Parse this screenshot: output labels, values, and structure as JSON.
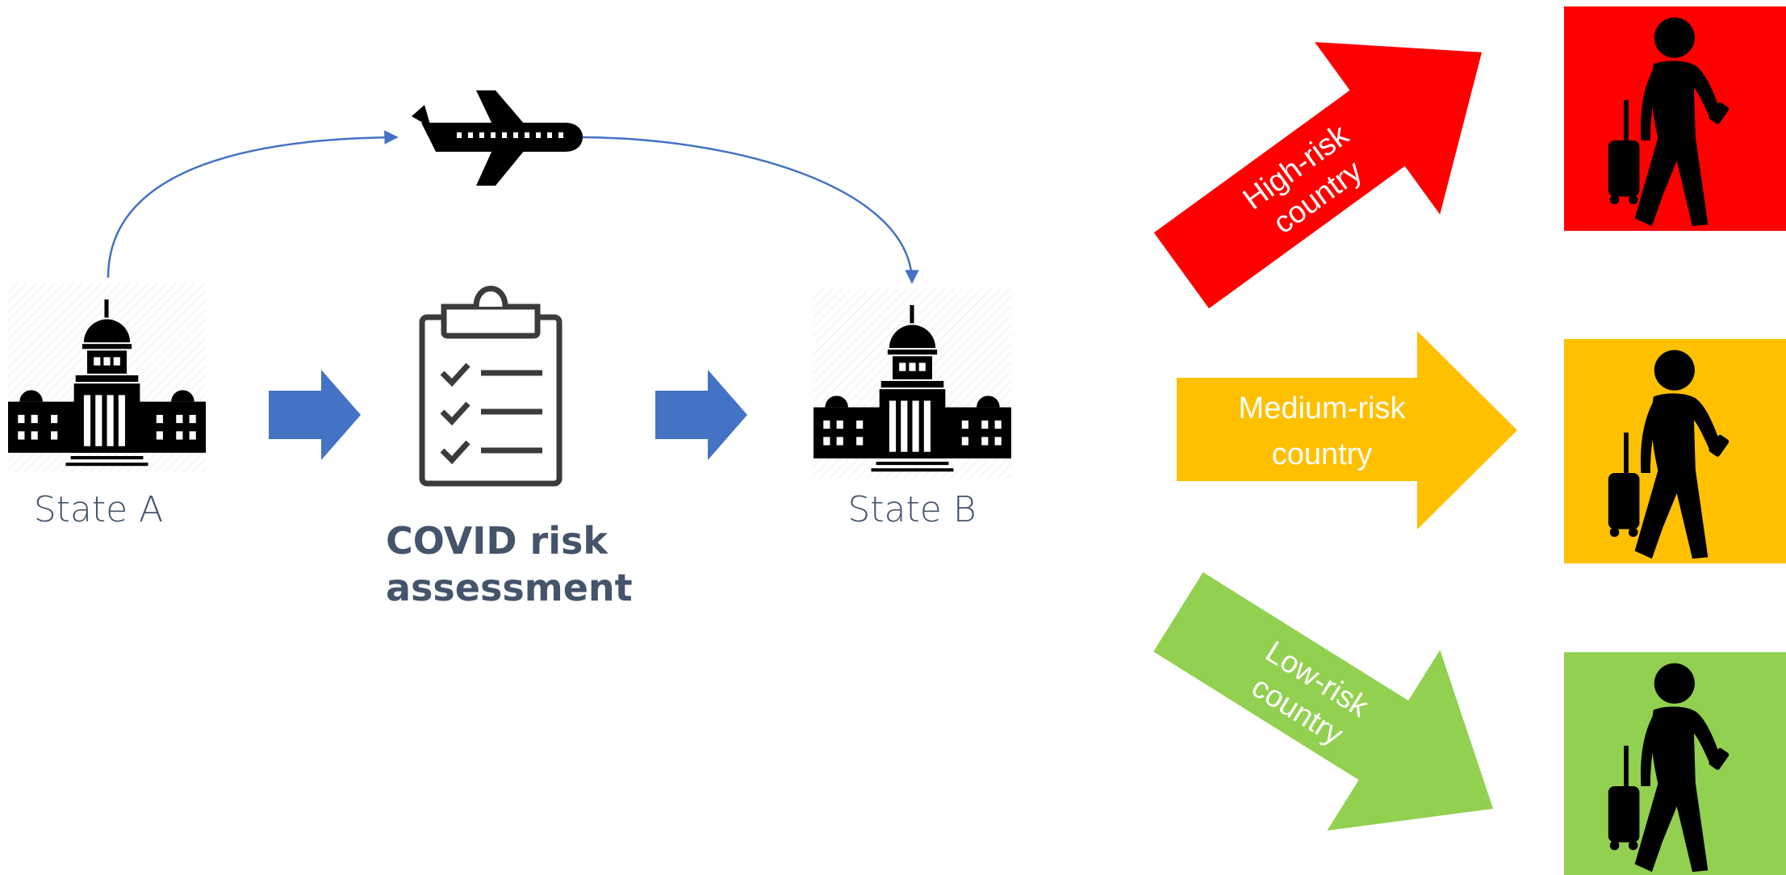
{
  "left_flow": {
    "origin_label": "State A",
    "assessment_label_line1": "COVID risk",
    "assessment_label_line2": "assessment",
    "destination_label": "State B",
    "icons": {
      "origin": "capitol-building-icon",
      "assessment": "clipboard-checklist-icon",
      "destination": "capitol-building-icon",
      "transport": "airplane-icon"
    }
  },
  "risk_categories": [
    {
      "label_line1": "High-risk",
      "label_line2": "country",
      "color": "#ff0000",
      "icon": "traveler-with-suitcase-icon"
    },
    {
      "label_line1": "Medium-risk",
      "label_line2": "country",
      "color": "#ffc000",
      "icon": "traveler-with-suitcase-icon"
    },
    {
      "label_line1": "Low-risk",
      "label_line2": "country",
      "color": "#92d050",
      "icon": "traveler-with-suitcase-icon"
    }
  ],
  "colors": {
    "flow_arrow": "#4472c4",
    "curve": "#4472c4",
    "text": "#44546a",
    "icon": "#000000"
  }
}
